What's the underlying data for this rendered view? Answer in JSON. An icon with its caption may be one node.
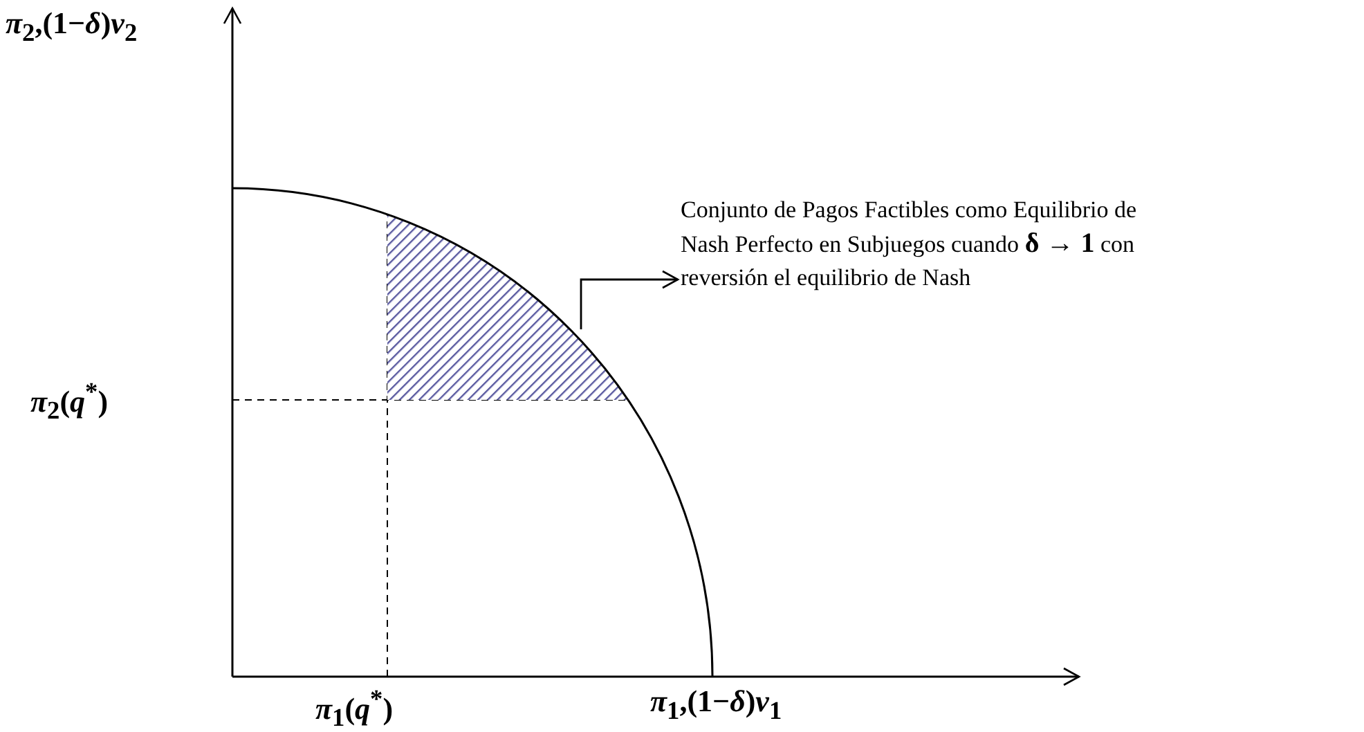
{
  "diagram": {
    "nodes": [
      {
        "text": [
          "Conjunto de Pagos Factibles como Equilibrio de Nash Perfecto en Subjuegos cuando **δ → 1** con reversión el equilibrio de Nash"
        ]
      },
      {
        "text": [],
        "shape": "region"
      }
    ],
    "edges": [
      {
        "from": 1,
        "to": 0,
        "arrow": "to"
      }
    ],
    "labels": [
      "*π*$_{2}$,(1−*δ*)*v*$_{2}$",
      "*π*$_{2}$(*q*$^{*}$)",
      "*π*$_{1}$(*q*$^{*}$)",
      "*π*$_{1}$,(1−*δ*)*v*$_{1}$"
    ]
  }
}
